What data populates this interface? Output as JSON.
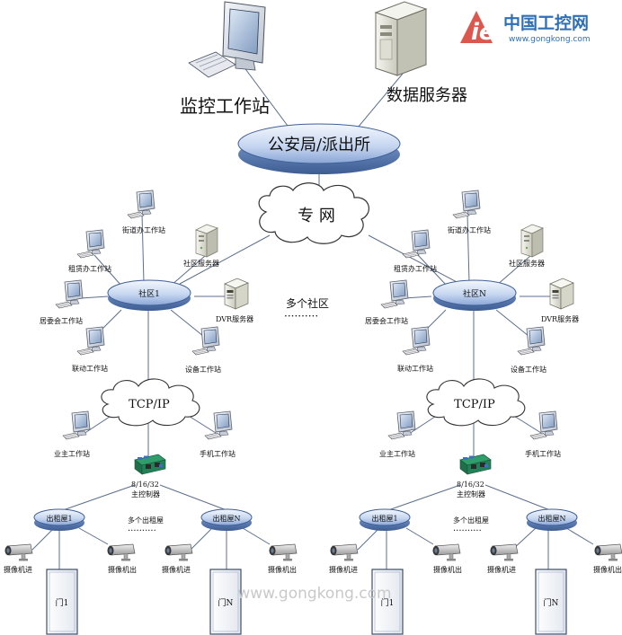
{
  "logo": {
    "mark": "ie",
    "name_cn": "中国工控网",
    "url": "www.gongkong.com"
  },
  "top": {
    "monitor_ws": "监控工作站",
    "data_server": "数据服务器",
    "police": "公安局/派出所",
    "private_net": "专  网"
  },
  "communities": [
    {
      "name": "社区1",
      "street_ws": "街道办工作站",
      "rental_ws": "租赁办工作站",
      "comm_server": "社区服务器",
      "dvr_server": "DVR服务器",
      "resident_ws": "居委会工作站",
      "linkage_ws": "联动工作站",
      "device_ws": "设备工作站",
      "tcpip": "TCP/IP",
      "owner_ws": "业主工作站",
      "mobile_ws": "手机工作站",
      "controller_1": "8/16/32",
      "controller_2": "主控制器",
      "house_a": "出租屋1",
      "house_b": "出租屋N",
      "multi_house": "多个出租屋",
      "cam_in_1": "摄像机进",
      "cam_out_1": "摄像机出",
      "cam_in_2": "摄像机进",
      "cam_out_2": "摄像机出",
      "door_a": "门1",
      "door_b": "门N"
    },
    {
      "name": "社区N",
      "street_ws": "街道办工作站",
      "rental_ws": "租赁办工作站",
      "comm_server": "社区服务器",
      "dvr_server": "DVR服务器",
      "resident_ws": "居委会工作站",
      "linkage_ws": "联动工作站",
      "device_ws": "设备工作站",
      "tcpip": "TCP/IP",
      "owner_ws": "业主工作站",
      "mobile_ws": "手机工作站",
      "controller_1": "8/16/32",
      "controller_2": "主控制器",
      "house_a": "出租屋1",
      "house_b": "出租屋N",
      "multi_house": "多个出租屋",
      "cam_in_1": "摄像机进",
      "cam_out_1": "摄像机出",
      "cam_in_2": "摄像机进",
      "cam_out_2": "摄像机出",
      "door_a": "门1",
      "door_b": "门N"
    }
  ],
  "middle": {
    "multi_comm": "多个社区",
    "dots": "··········"
  },
  "watermark": "www.gongkong.com",
  "colors": {
    "disk_light": "#e4ecf8",
    "disk_mid": "#b6c9ea",
    "disk_dark": "#6f8fc6",
    "disk_stroke": "#3f5f96",
    "line": "#5c6f8c",
    "logo_red": "#d63a2f",
    "logo_blue": "#2f6fb6",
    "watermark": "#c9c9c9"
  },
  "icons": [
    "workstation-icon",
    "server-icon",
    "camera-icon",
    "controller-board-icon",
    "door-icon",
    "cloud-icon"
  ]
}
